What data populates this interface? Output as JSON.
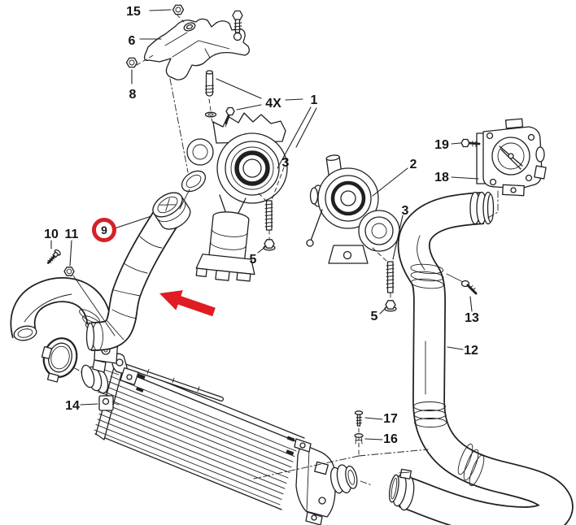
{
  "diagram": {
    "type": "exploded-parts-diagram",
    "background": "#ffffff",
    "line_color": "#231f20",
    "highlight": {
      "part_label": "9",
      "ring_color": "#d42127",
      "arrow_color": "#e01b24",
      "hose_fill": "#f5e33d"
    }
  },
  "callouts": [
    {
      "label": "15",
      "part": "nut-bracket-top"
    },
    {
      "label": "6",
      "part": "support-bracket"
    },
    {
      "label": "8",
      "part": "nut-bracket-lower"
    },
    {
      "label": "4X",
      "part": "stud-bolt-quantity"
    },
    {
      "label": "1",
      "part": "turbocharger-center"
    },
    {
      "label": "3",
      "part": "stud-left"
    },
    {
      "label": "5",
      "part": "bolt-left"
    },
    {
      "label": "2",
      "part": "turbocharger-right"
    },
    {
      "label": "3",
      "part": "stud-right"
    },
    {
      "label": "5",
      "part": "bolt-right"
    },
    {
      "label": "19",
      "part": "throttle-body-bolt"
    },
    {
      "label": "18",
      "part": "throttle-body"
    },
    {
      "label": "13",
      "part": "screw-outlet-hose"
    },
    {
      "label": "12",
      "part": "outlet-air-hose"
    },
    {
      "label": "10",
      "part": "screw-hose-bracket"
    },
    {
      "label": "11",
      "part": "nut-hose-bracket"
    },
    {
      "label": "14",
      "part": "intercooler-bracket"
    },
    {
      "label": "17",
      "part": "screw-intercooler"
    },
    {
      "label": "16",
      "part": "clip-intercooler"
    },
    {
      "label": "9",
      "part": "charge-air-hose-highlighted"
    }
  ]
}
